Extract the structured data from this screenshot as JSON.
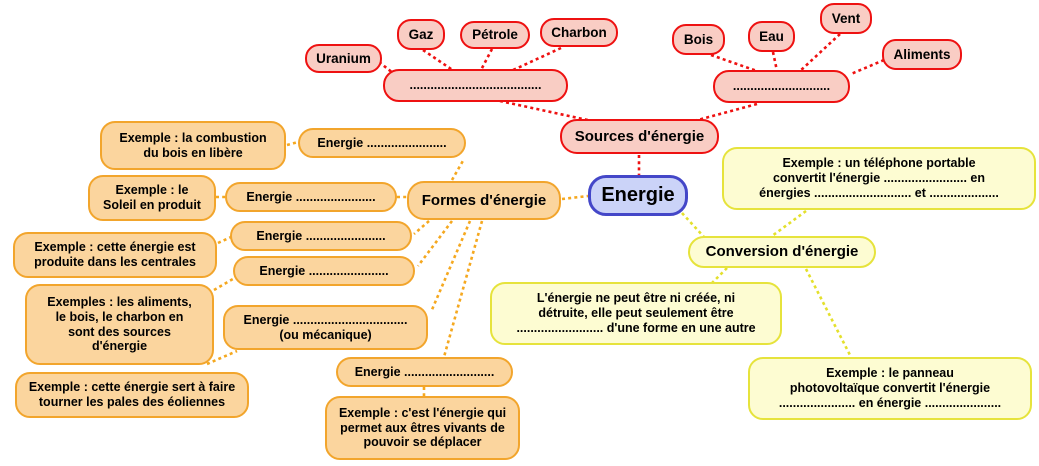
{
  "diagram": {
    "type": "mindmap",
    "title": "Energie"
  },
  "center": {
    "label": "Energie"
  },
  "colors": {
    "red_border": "#ee1111",
    "red_fill": "#f9cdc4",
    "orange_border": "#f2a52c",
    "orange_fill": "#fbd59e",
    "yellow_border": "#e6e33c",
    "yellow_fill": "#fdfcd2",
    "blue_border": "#4447c8",
    "blue_fill": "#cbd3f8"
  },
  "sources": {
    "label": "Sources d'énergie",
    "blank_left": "......................................",
    "blank_right": "............................",
    "items_left": [
      "Uranium",
      "Gaz",
      "Pétrole",
      "Charbon"
    ],
    "items_right": [
      "Bois",
      "Eau",
      "Vent",
      "Aliments"
    ]
  },
  "formes": {
    "label": "Formes d'énergie",
    "forms": [
      {
        "label": "Energie .......................",
        "example": "Exemple : la combustion\ndu bois en libère"
      },
      {
        "label": "Energie .......................",
        "example": "Exemple : le\nSoleil en produit"
      },
      {
        "label": "Energie .......................",
        "example": "Exemple : cette énergie est\nproduite dans les centrales"
      },
      {
        "label": "Energie .......................",
        "example": "Exemples : les aliments,\nle bois, le charbon en\nsont des sources\nd'énergie"
      },
      {
        "label": "Energie .................................\n(ou mécanique)",
        "example": "Exemple : cette énergie sert à faire\ntourner les pales des éoliennes"
      },
      {
        "label": "Energie ..........................",
        "example": "Exemple : c'est l'énergie qui\npermet aux êtres vivants de\npouvoir se déplacer"
      }
    ]
  },
  "conversion": {
    "label": "Conversion d'énergie",
    "example_phone": "Exemple : un téléphone portable\nconvertit l'énergie ........................ en\nénergies ............................ et ....................",
    "law": "L'énergie ne peut être ni créée, ni\ndétruite, elle peut seulement être\n......................... d'une forme en une autre",
    "example_panel": "Exemple : le panneau\nphotovoltaïque convertit l'énergie\n...................... en énergie ......................"
  }
}
